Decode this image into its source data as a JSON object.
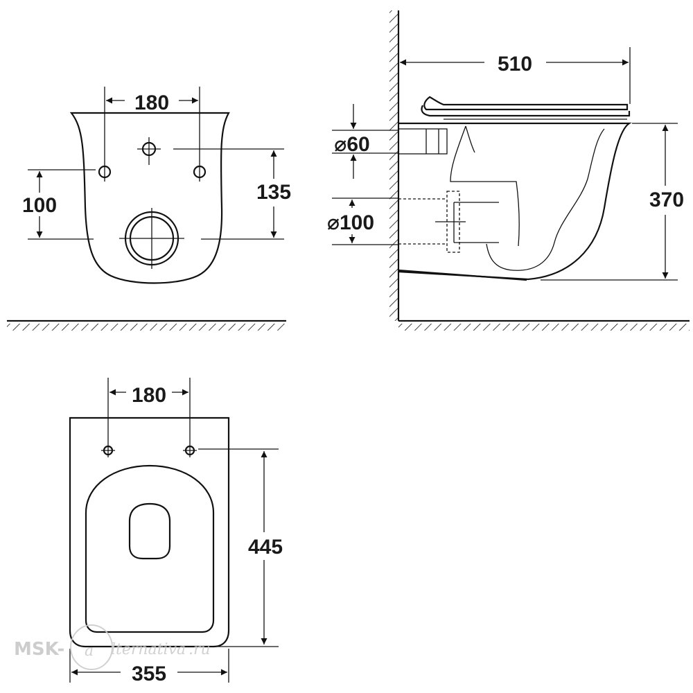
{
  "front_view": {
    "dim_hole_spacing": "180",
    "dim_bolt_height": "100",
    "dim_inlet_height": "135"
  },
  "side_view": {
    "dim_length": "510",
    "dim_inlet_diameter": "⌀60",
    "dim_outlet_diameter": "⌀100",
    "dim_height": "370"
  },
  "top_view": {
    "dim_hole_spacing": "180",
    "dim_depth": "445",
    "dim_width": "355"
  },
  "watermark": {
    "brand": "MSK-",
    "script": "lternativa",
    "suffix": ".ru"
  }
}
